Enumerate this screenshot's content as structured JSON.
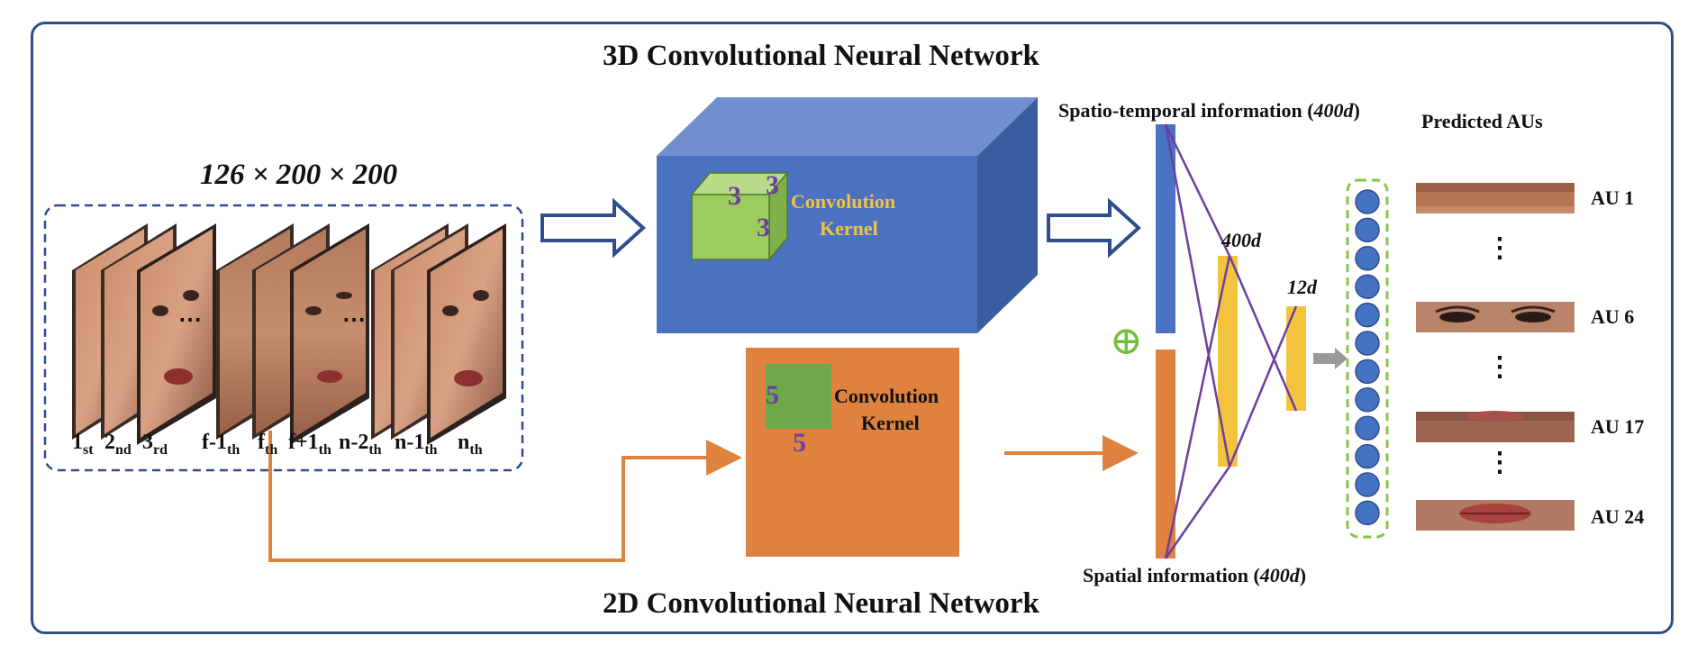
{
  "titles": {
    "top": "3D Convolutional Neural Network",
    "bottom": "2D Convolutional Neural Network"
  },
  "input": {
    "dims": "126 × 200 × 200",
    "ellipsis": "⋯",
    "frames": [
      {
        "main": "1",
        "sub": "st"
      },
      {
        "main": "2",
        "sub": "nd"
      },
      {
        "main": "3",
        "sub": "rd"
      },
      {
        "main": "f-1",
        "sub": "th"
      },
      {
        "main": "f",
        "sub": "th"
      },
      {
        "main": "f+1",
        "sub": "th"
      },
      {
        "main": "n-2",
        "sub": "th"
      },
      {
        "main": "n-1",
        "sub": "th"
      },
      {
        "main": "n",
        "sub": "th"
      }
    ]
  },
  "cnn3d": {
    "kernel_line1": "Convolution",
    "kernel_line2": "Kernel",
    "kernel_dims": [
      "3",
      "3",
      "3"
    ]
  },
  "cnn2d": {
    "kernel_line1": "Convolution",
    "kernel_line2": "Kernel",
    "kernel_dims": [
      "5",
      "5"
    ]
  },
  "fusion": {
    "spatio_temporal": "Spatio-temporal information (",
    "spatio_temporal_dim": "400d",
    "spatial": "Spatial information (",
    "spatial_dim": "400d",
    "close_paren": ")",
    "hidden1": "400d",
    "hidden2": "12d",
    "plus_symbol": "⊕"
  },
  "output": {
    "heading": "Predicted AUs",
    "units": 12,
    "aus": [
      "AU 1",
      "AU 6",
      "AU 17",
      "AU 24"
    ],
    "vdots": "⋮"
  },
  "colors": {
    "frame_border": "#2f4d8c",
    "cube_front": "#4a72c0",
    "cube_top": "#6f8fcf",
    "cube_side": "#3a5d9f",
    "kernel_green": "#9ccc5e",
    "orange_block": "#e0823f",
    "orange_kernel": "#6fa84b",
    "fc_yellow": "#f4c33e",
    "purple": "#6b3fa0",
    "output_unit": "#4672c4",
    "dashed_green": "#8bc34a"
  }
}
